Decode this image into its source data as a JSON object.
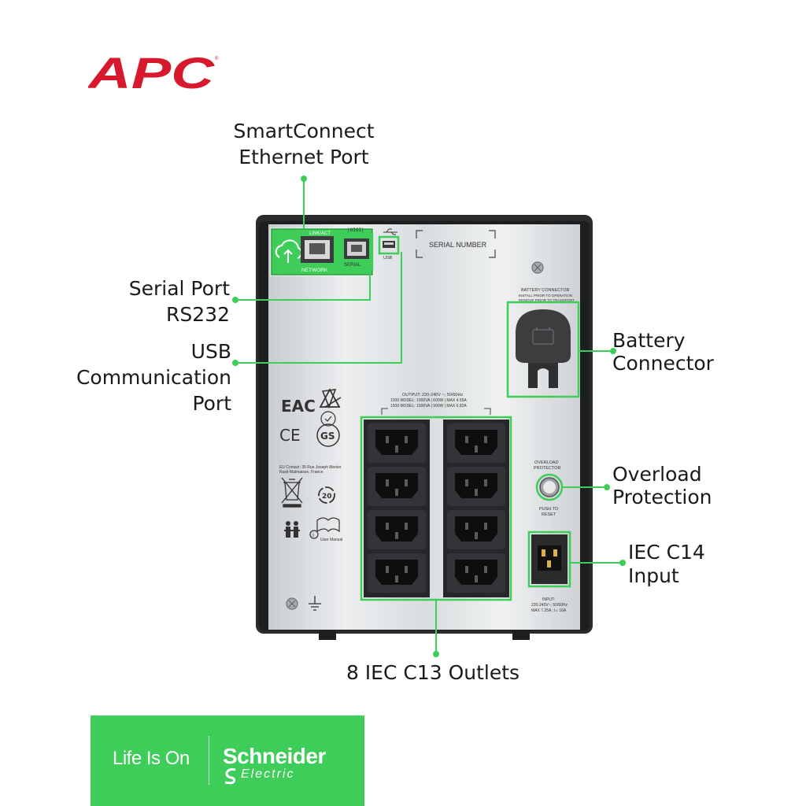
{
  "brand": {
    "logo_text": "APC",
    "footer_tagline": "Life Is On",
    "footer_brand": "Schneider",
    "footer_brand_sub": "Electric",
    "green": "#3dcd58",
    "red": "#d6192c"
  },
  "callouts": {
    "ethernet": [
      "SmartConnect",
      "Ethernet Port"
    ],
    "serial": [
      "Serial Port",
      "RS232"
    ],
    "usb": [
      "USB",
      "Communication",
      "Port"
    ],
    "battery": [
      "Battery",
      "Connector"
    ],
    "overload": [
      "Overload",
      "Protection"
    ],
    "iec_input": [
      "IEC C14",
      "Input"
    ],
    "outlets": "8 IEC C13 Outlets"
  },
  "panel": {
    "link_act": "LINK/ACT",
    "network": "NETWORK",
    "serial": "SERIAL",
    "usb": "USB",
    "serial_number": "SERIAL NUMBER",
    "battery_connector": "BATTERY CONNECTOR",
    "battery_line1": "INSTALL PRIOR TO OPERATION",
    "battery_line2": "REMOVE PRIOR TO TRANSPORT",
    "output_line1": "OUTPUT: 220-240V ~; 50/60Hz",
    "output_line2": "1000  MODEL: 1000VA | 600W | MAX 4.55A",
    "output_line3": "1500  MODEL: 1500VA | 900W | MAX 6.82A",
    "overload_line1": "OVERLOAD",
    "overload_line2": "PROTECTOR",
    "push_line1": "PUSH TO",
    "push_line2": "RESET",
    "input_line1": "INPUT:",
    "input_line2": "220-240V~; 50/60Hz",
    "input_line3": "MAX 7.25A ; Iₙ: 16A",
    "eac": "EAC",
    "ce": "CE",
    "eu_contact1": "EU Contact: 35 Rue Joseph Monier",
    "eu_contact2": "Rueil-Malmaison, France",
    "recycle_num": "20",
    "user_manual": "User Manual"
  }
}
